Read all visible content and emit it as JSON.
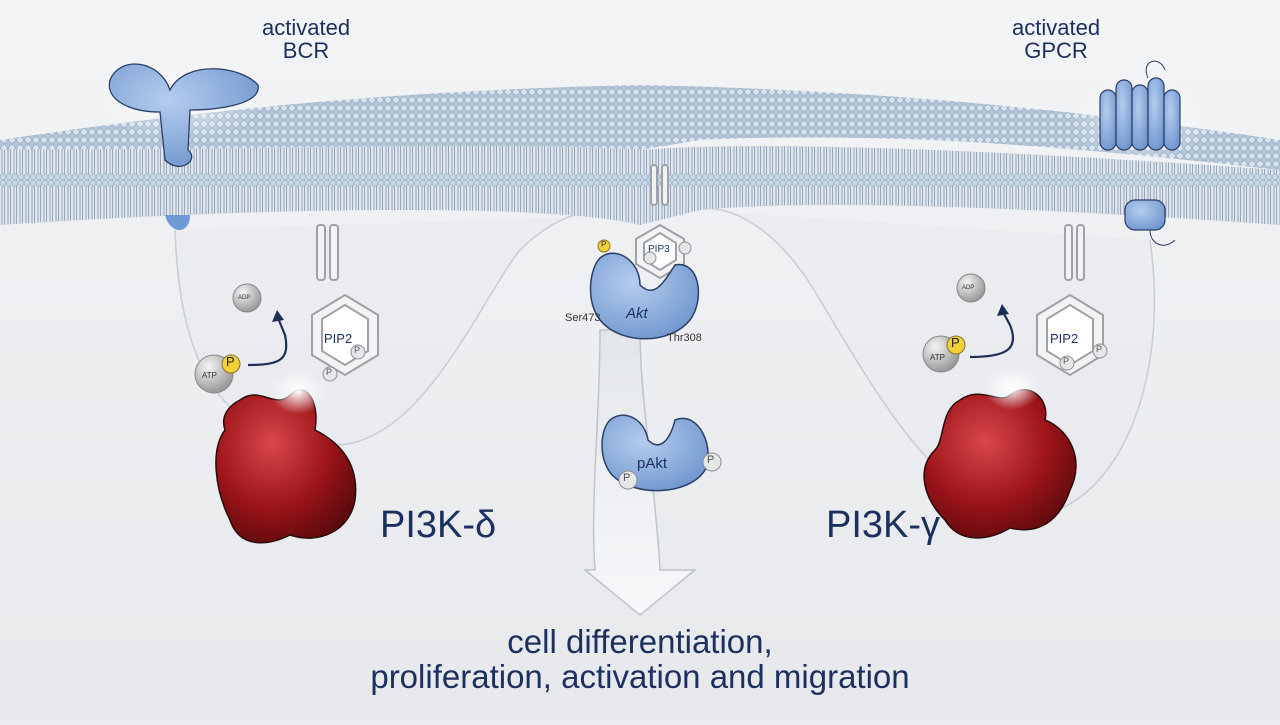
{
  "receptors": {
    "bcr": {
      "line1": "activated",
      "line2": "BCR"
    },
    "gpcr": {
      "line1": "activated",
      "line2": "GPCR"
    }
  },
  "molecules": {
    "pip2_left": "PIP2",
    "pip2_right": "PIP2",
    "pip3": "PIP3",
    "phosphate": "P",
    "atp": "ATP",
    "adp": "ADP",
    "akt": "Akt",
    "pakt": "pAkt",
    "ser473": "Ser473",
    "thr308": "Thr308"
  },
  "enzymes": {
    "pi3k_delta": "PI3K-δ",
    "pi3k_gamma": "PI3K-γ"
  },
  "outcome": {
    "line1": "cell differentiation,",
    "line2": "proliferation, activation and migration"
  },
  "colors": {
    "text": "#1c2f5e",
    "membrane": "#a9c0d8",
    "protein_blue": "#7fa7dc",
    "pi3k_red": "#9b1419",
    "phosphate_yellow": "#f3cf3a"
  }
}
